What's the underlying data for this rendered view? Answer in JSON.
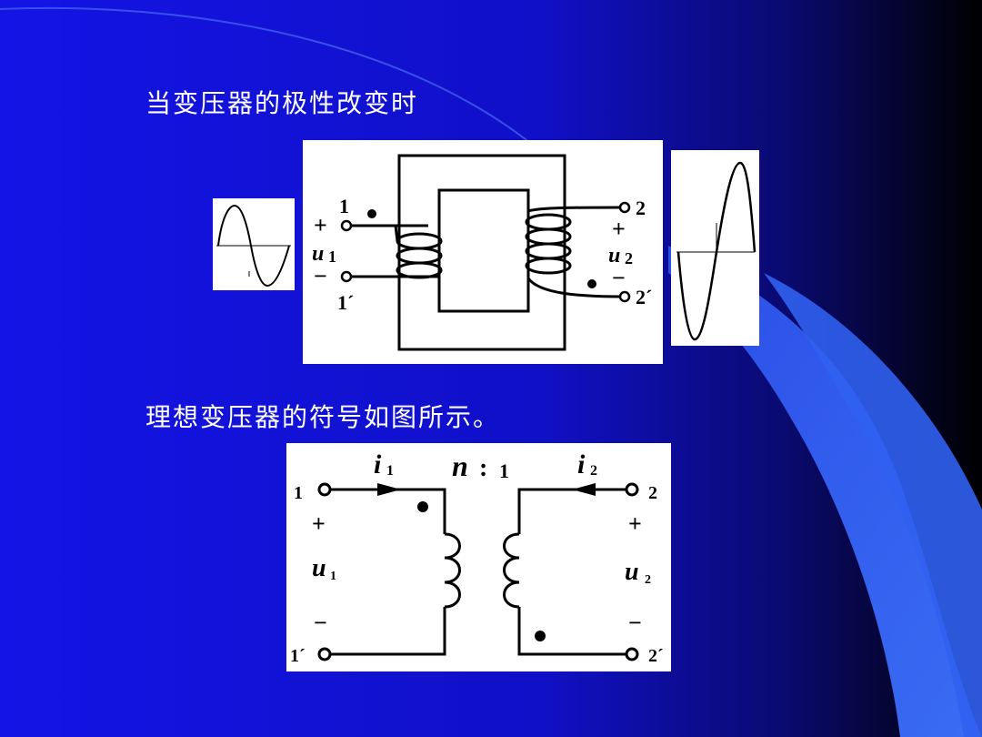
{
  "slide": {
    "heading_polarity": "当变压器的极性改变时",
    "heading_symbol": "理想变压器的符号如图所示。"
  },
  "colors": {
    "background_blue": "#1414e6",
    "background_dark": "#000000",
    "swoosh_light": "#3a6cf4",
    "swoosh_mid": "#2244dd",
    "diagram_bg": "#ffffff",
    "diagram_ink": "#000000"
  },
  "core_diagram": {
    "primary_terminal_top": "1",
    "primary_terminal_bottom": "1´",
    "primary_plus": "+",
    "primary_minus": "−",
    "primary_voltage_var": "u",
    "primary_voltage_sub": "1",
    "secondary_terminal_top": "2",
    "secondary_terminal_bottom": "2´",
    "secondary_plus": "+",
    "secondary_minus": "−",
    "secondary_voltage_var": "u",
    "secondary_voltage_sub": "2"
  },
  "ideal_symbol": {
    "current1_var": "i",
    "current1_sub": "1",
    "current2_var": "i",
    "current2_sub": "2",
    "ratio_n": "n",
    "ratio_colon": ":",
    "ratio_one": "1",
    "term1_top": "1",
    "term1_bottom": "1´",
    "term2_top": "2",
    "term2_bottom": "2´",
    "plus1": "+",
    "minus1": "−",
    "plus2": "+",
    "minus2": "−",
    "u1_var": "u",
    "u1_sub": "1",
    "u2_var": "u",
    "u2_sub": "2"
  }
}
